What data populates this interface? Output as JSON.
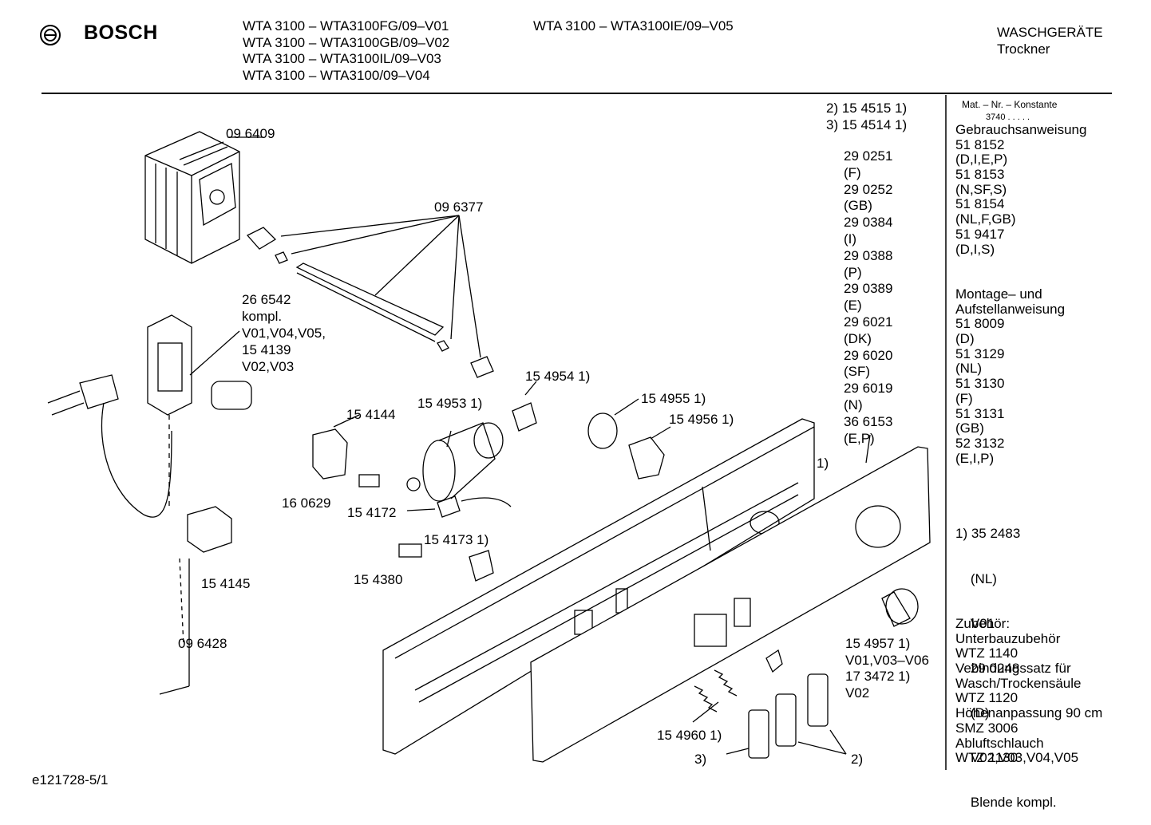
{
  "header": {
    "brand": "BOSCH",
    "models_left": [
      "WTA 3100 – WTA3100FG/09–V01",
      "WTA 3100 – WTA3100GB/09–V02",
      "WTA 3100 – WTA3100IL/09–V03",
      "WTA 3100 – WTA3100/09–V04"
    ],
    "model_right": "WTA 3100 – WTA3100IE/09–V05",
    "category": "WASCHGERÄTE",
    "subcategory": "Trockner"
  },
  "parts": {
    "p096409": "09 6409",
    "p096377": "09 6377",
    "p266542": [
      "26 6542",
      "kompl.",
      "V01,V04,V05,",
      "15 4139",
      "V02,V03"
    ],
    "p154954": "15 4954 1)",
    "p154953": "15 4953 1)",
    "p154144": "15 4144",
    "p154955": "15 4955 1)",
    "p154956": "15 4956 1)",
    "p160629": "16 0629",
    "p154172": "15 4172",
    "p154173": "15 4173 1)",
    "p154380": "15 4380",
    "p154145": "15 4145",
    "p096428": "09 6428",
    "p154960": "15 4960 1)",
    "ref3": "3)",
    "ref2": "2)",
    "ref1": "1)",
    "p154957": [
      "15 4957 1)",
      "V01,V03–V06",
      "17 3472 1)",
      "V02"
    ]
  },
  "mid_column": {
    "top": [
      "2) 15 4515 1)",
      "3) 15 4514 1)"
    ],
    "list": [
      "29 0251",
      "(F)",
      "29 0252",
      "(GB)",
      "29 0384",
      "(I)",
      "29 0388",
      "(P)",
      "29 0389",
      "(E)",
      "29 6021",
      "(DK)",
      "29 6020",
      "(SF)",
      "29 6019",
      "(N)",
      "36 6153",
      "(E,P)"
    ]
  },
  "right_column": {
    "mat_header": "Mat. – Nr. – Konstante",
    "mat_value": "3740  .  .  .  .  .",
    "gebrauch": [
      "Gebrauchsanweisung",
      "51 8152",
      "(D,I,E,P)",
      "51 8153",
      "(N,SF,S)",
      "51 8154",
      "(NL,F,GB)",
      "51 9417",
      "(D,I,S)"
    ],
    "montage": [
      "Montage– und",
      "Aufstellanweisung",
      "51 8009",
      "(D)",
      "51 3129",
      "(NL)",
      "51 3130",
      "(F)",
      "51 3131",
      "(GB)",
      "52 3132",
      "(E,I,P)"
    ],
    "note1": [
      "1) 35 2483",
      "    (NL)",
      "    V01",
      "    29 0248",
      "    (D)",
      "    V02,V03,V04,V05",
      "    Blende kompl."
    ],
    "zubehoer": [
      "Zubehör:",
      "Unterbauzubehör",
      "WTZ 1140",
      "Vebindungssatz für",
      "Wasch/Trockensäule",
      "WTZ 1120",
      "Höhenanpassung 90 cm",
      "SMZ 3006",
      "Abluftschlauch",
      "WTZ 1130"
    ]
  },
  "footer": {
    "code": "e121728-5/1"
  }
}
